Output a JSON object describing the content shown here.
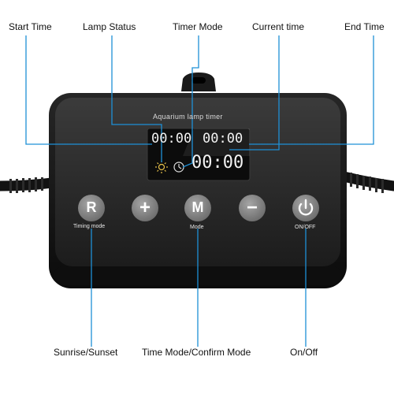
{
  "labels": {
    "start_time": "Start Time",
    "lamp_status": "Lamp Status",
    "timer_mode": "Timer Mode",
    "current_time": "Current time",
    "end_time": "End Time",
    "sunrise_sunset": "Sunrise/Sunset",
    "time_mode_confirm": "Time Mode/Confirm Mode",
    "on_off": "On/Off"
  },
  "device": {
    "panel_title": "Aquarium lamp timer",
    "display_top_left": "00:00",
    "display_top_right": "00:00",
    "display_bottom": "00:00",
    "buttons": [
      {
        "glyph": "R",
        "caption": "Timing mode"
      },
      {
        "glyph": "+",
        "caption": ""
      },
      {
        "glyph": "M",
        "caption": "Mode"
      },
      {
        "glyph": "−",
        "caption": ""
      },
      {
        "glyph": "power-icon",
        "caption": "ON/OFF"
      }
    ]
  },
  "colors": {
    "leader_line": "#1e90d6",
    "device_body": "#141414",
    "panel_face": "#2a2a2a",
    "button_fill": "#8a8a8a",
    "display_digit": "#f2f2f2"
  }
}
